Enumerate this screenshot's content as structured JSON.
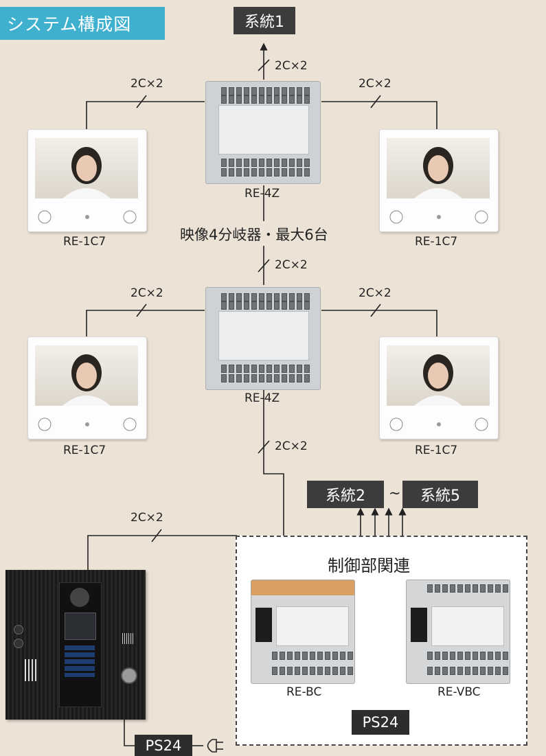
{
  "title": "システム構成図",
  "system_top": "系統1",
  "systems_range": {
    "from": "系統2",
    "sep": "~",
    "to": "系統5"
  },
  "cable_label": "2C×2",
  "splitter_model": "RE-4Z",
  "splitter_desc": "映像4分岐器・最大6台",
  "monitor_model": "RE-1C7",
  "control_group_title": "制御部関連",
  "controllers": [
    "RE-BC",
    "RE-VBC"
  ],
  "power_supply": "PS24"
}
